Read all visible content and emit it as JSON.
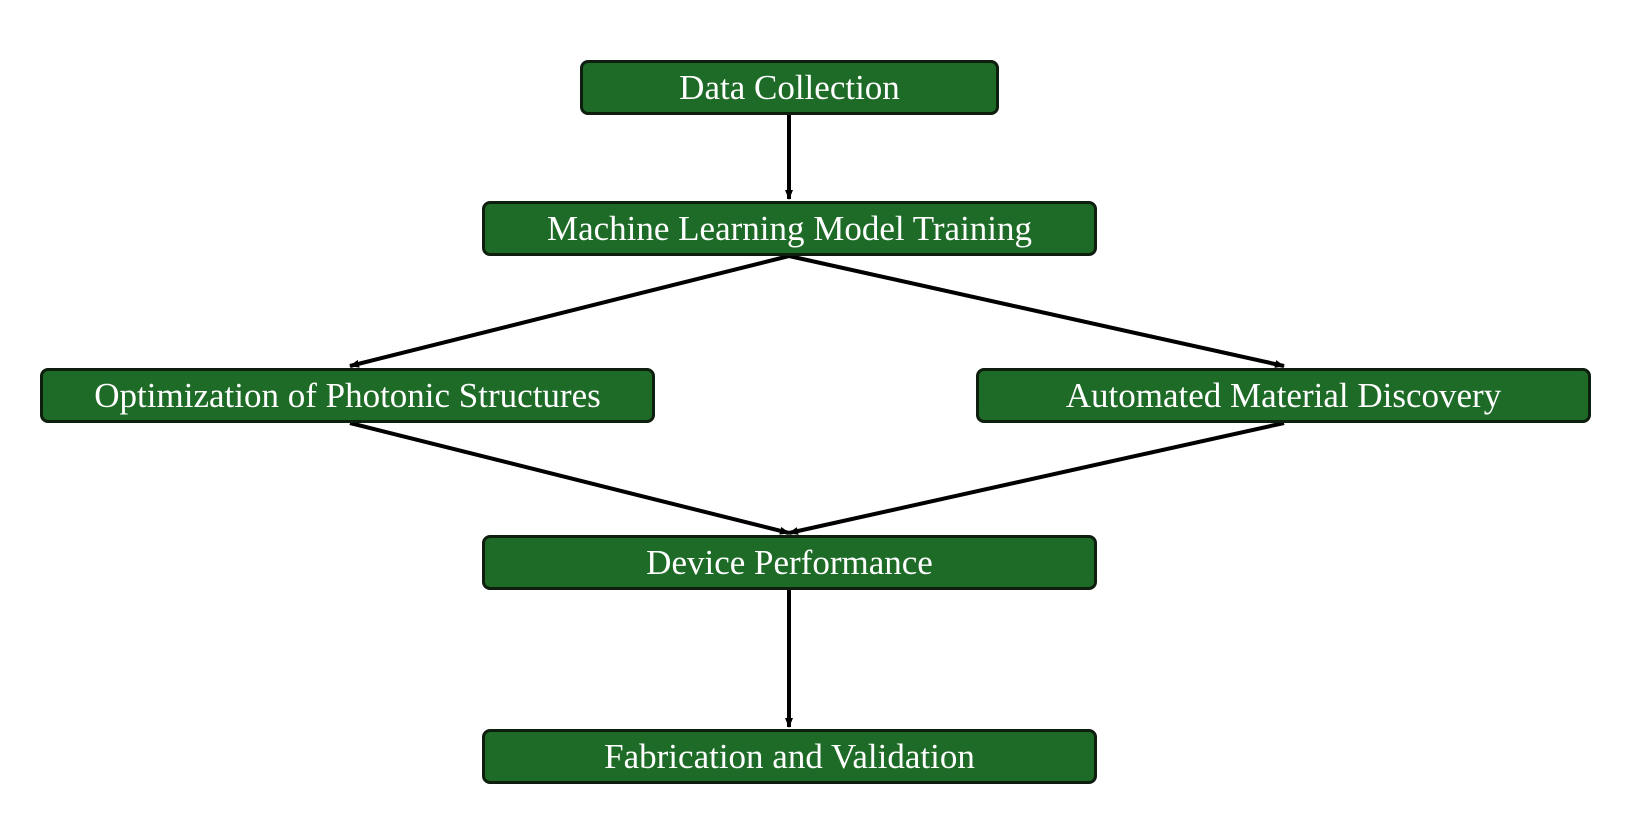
{
  "colors": {
    "node_fill": "#1e6b27",
    "node_border": "#0f1f0f",
    "node_text": "#ffffff",
    "edge": "#000000"
  },
  "nodes": {
    "data_collection": "Data Collection",
    "ml_training": "Machine Learning Model Training",
    "optimization": "Optimization of Photonic Structures",
    "material_discovery": "Automated Material Discovery",
    "device_performance": "Device Performance",
    "fabrication": "Fabrication and Validation"
  },
  "edges": [
    {
      "from": "data_collection",
      "to": "ml_training"
    },
    {
      "from": "ml_training",
      "to": "optimization"
    },
    {
      "from": "ml_training",
      "to": "material_discovery"
    },
    {
      "from": "optimization",
      "to": "device_performance"
    },
    {
      "from": "material_discovery",
      "to": "device_performance"
    },
    {
      "from": "device_performance",
      "to": "fabrication"
    }
  ]
}
